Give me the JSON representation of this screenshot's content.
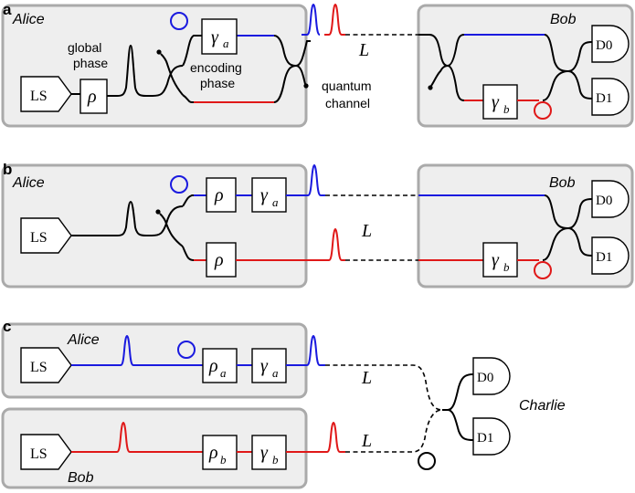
{
  "colors": {
    "panel": "#eeeeee",
    "panel_border": "#aaaaaa",
    "arm_a": "#1a1adf",
    "arm_b": "#e01818"
  },
  "panel_a": {
    "label": "a",
    "alice": "Alice",
    "bob": "Bob",
    "laser": "LS",
    "global_phase": [
      "global",
      "phase"
    ],
    "rho": "ρ",
    "gamma_a": "γ",
    "gamma_a_sub": "a",
    "encoding_phase": [
      "encoding",
      "phase"
    ],
    "distance": "L",
    "channel": [
      "quantum",
      "channel"
    ],
    "gamma_b": "γ",
    "gamma_b_sub": "b",
    "d0": "D0",
    "d1": "D1"
  },
  "panel_b": {
    "label": "b",
    "alice": "Alice",
    "bob": "Bob",
    "laser": "LS",
    "rho_top": "ρ",
    "rho_bottom": "ρ",
    "gamma_a": "γ",
    "gamma_a_sub": "a",
    "distance": "L",
    "gamma_b": "γ",
    "gamma_b_sub": "b",
    "d0": "D0",
    "d1": "D1"
  },
  "panel_c": {
    "label": "c",
    "alice": "Alice",
    "bob": "Bob",
    "charlie": "Charlie",
    "laser_top": "LS",
    "laser_bottom": "LS",
    "rho_a": "ρ",
    "rho_a_sub": "a",
    "gamma_a": "γ",
    "gamma_a_sub": "a",
    "rho_b": "ρ",
    "rho_b_sub": "b",
    "gamma_b": "γ",
    "gamma_b_sub": "b",
    "distance_top": "L",
    "distance_bottom": "L",
    "d0": "D0",
    "d1": "D1"
  }
}
